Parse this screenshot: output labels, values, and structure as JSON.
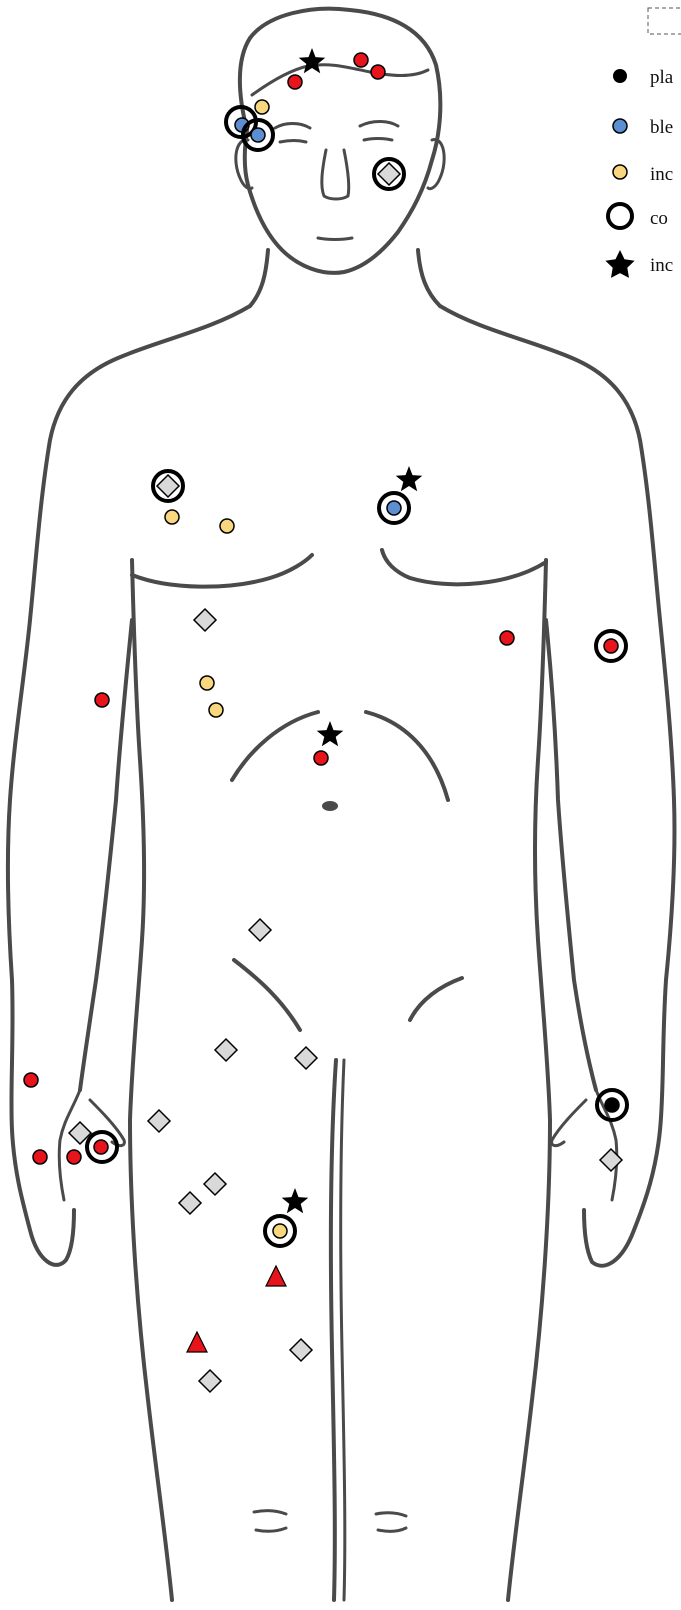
{
  "legend": {
    "items": [
      {
        "label": "pla",
        "symbol": "black-dot",
        "color": "#000000"
      },
      {
        "label": "ble",
        "symbol": "blue-dot",
        "color": "#5b8fd1"
      },
      {
        "label": "inc",
        "symbol": "yellow-dot",
        "color": "#f9d77e"
      },
      {
        "label": "co",
        "symbol": "ring",
        "color": "#000000"
      },
      {
        "label": "inc",
        "symbol": "star",
        "color": "#000000"
      }
    ]
  },
  "colors": {
    "red_dot": "#e8141b",
    "blue_dot": "#5b8fd1",
    "yellow_dot": "#f9d77e",
    "black": "#000000",
    "diamond_fill": "#d9d9d9",
    "outline": "#4a4a4a"
  }
}
